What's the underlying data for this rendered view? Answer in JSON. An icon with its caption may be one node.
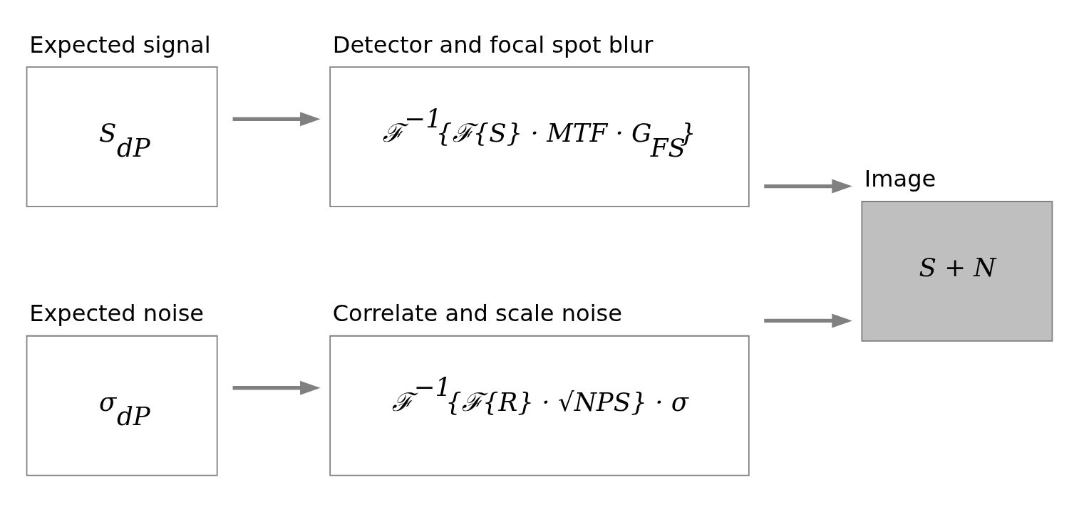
{
  "diagram": {
    "nodes": [
      {
        "text": [
          "Expected signal",
          "S$_{dP}$"
        ]
      },
      {
        "text": [
          "Detector and focal spot blur",
          "ℱ$^{−1}${ℱ{S} · MTF · G$_{FS}$}"
        ]
      },
      {
        "text": [
          "Image",
          "S + N"
        ]
      },
      {
        "text": [
          "Expected noise",
          "σ$_{dP}$"
        ]
      },
      {
        "text": [
          "Correlate and scale noise",
          "ℱ$^{−1}${ℱ{R} · √NPS} · σ"
        ]
      }
    ],
    "edges": [
      {
        "from": 0,
        "to": 1,
        "arrow": "to"
      },
      {
        "from": 1,
        "to": 2,
        "arrow": "to"
      },
      {
        "from": 3,
        "to": 4,
        "arrow": "to"
      },
      {
        "from": 4,
        "to": 2,
        "arrow": "to"
      }
    ]
  }
}
